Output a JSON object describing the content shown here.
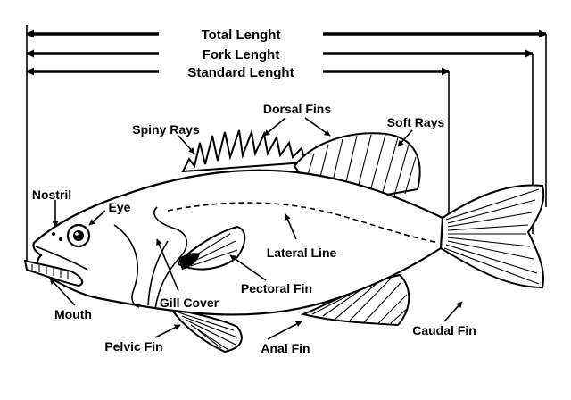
{
  "measurements": {
    "total_length": "Total Lenght",
    "fork_length": "Fork Lenght",
    "standard_length": "Standard Lenght"
  },
  "parts": {
    "dorsal_fins": "Dorsal Fins",
    "spiny_rays": "Spiny Rays",
    "soft_rays": "Soft Rays",
    "nostril": "Nostril",
    "eye": "Eye",
    "lateral_line": "Lateral Line",
    "pectoral_fin": "Pectoral Fin",
    "gill_cover": "Gill Cover",
    "mouth": "Mouth",
    "pelvic_fin": "Pelvic Fin",
    "anal_fin": "Anal Fin",
    "caudal_fin": "Caudal Fin"
  },
  "colors": {
    "ink": "#000000",
    "background": "#ffffff"
  }
}
